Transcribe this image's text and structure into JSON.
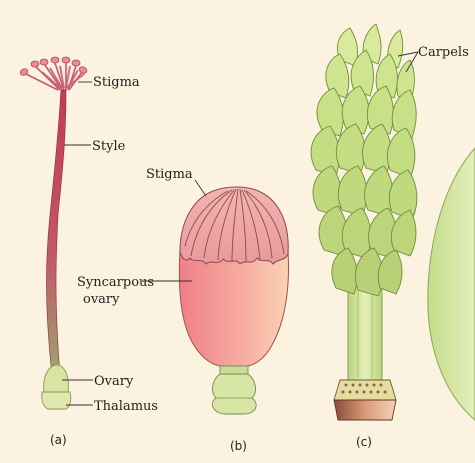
{
  "figure": {
    "a": {
      "caption": "(a)",
      "labels": {
        "stigma": "Stigma",
        "style": "Style",
        "ovary": "Ovary",
        "thalamus": "Thalamus"
      }
    },
    "b": {
      "caption": "(b)",
      "labels": {
        "stigma": "Stigma",
        "ovary_line1": "Syncarpous",
        "ovary_line2": "ovary"
      }
    },
    "c": {
      "caption": "(c)",
      "labels": {
        "carpels": "Carpels"
      }
    }
  },
  "colors": {
    "background": "#fbf2df",
    "style_red": "#c5405a",
    "stigma_pink": "#e88090",
    "ovary_green": "#d9e3a0",
    "syncarpous_pink": "#f08a8a",
    "carpel_green": "#c8e08a",
    "thalamus_brown": "#a0624a"
  }
}
